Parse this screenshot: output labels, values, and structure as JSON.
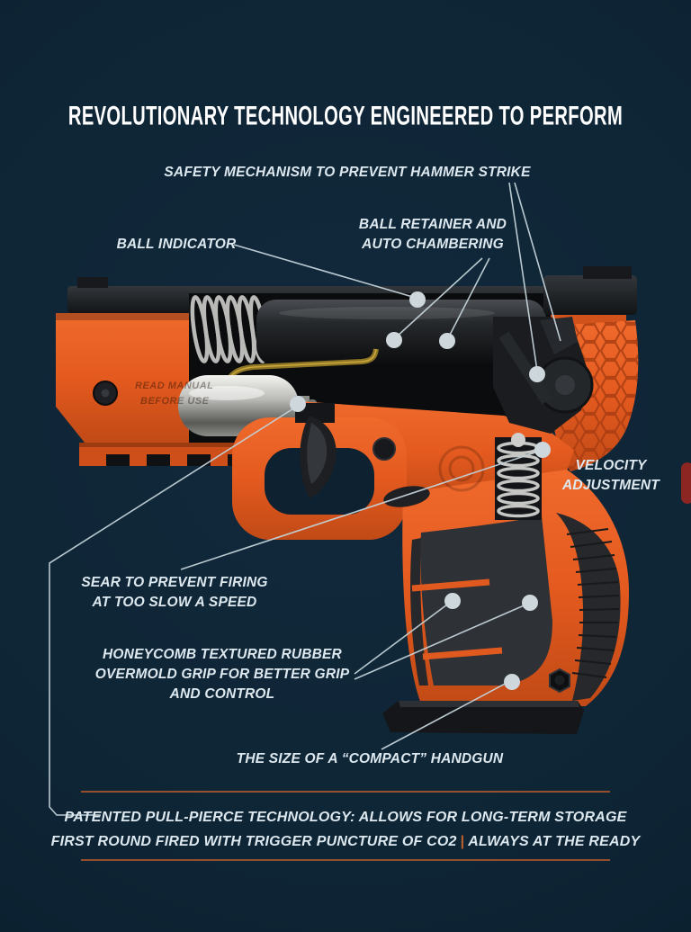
{
  "theme": {
    "background_center": "#12293c",
    "background_edge": "#0a1b2a",
    "label_color": "#dde8ef",
    "line_color": "#c3d2d9",
    "dot_color": "#cdd7dc",
    "divider_color": "#a0522d",
    "separator_color": "#c05f2e",
    "gun_orange": "#e45a1f",
    "gun_black": "#1a1c1f"
  },
  "title": "REVOLUTIONARY TECHNOLOGY ENGINEERED TO PERFORM",
  "callouts": {
    "safety": "SAFETY MECHANISM TO PREVENT HAMMER STRIKE",
    "ball_indicator": "BALL INDICATOR",
    "ball_retainer_line1": "BALL RETAINER AND",
    "ball_retainer_line2": "AUTO CHAMBERING",
    "velocity_line1": "VELOCITY",
    "velocity_line2": "ADJUSTMENT",
    "sear_line1": "SEAR TO PREVENT FIRING",
    "sear_line2": "AT TOO SLOW A SPEED",
    "honeycomb_line1": "HONEYCOMB TEXTURED RUBBER",
    "honeycomb_line2": "OVERMOLD GRIP FOR BETTER GRIP",
    "honeycomb_line3": "AND CONTROL",
    "size": "THE SIZE OF A “COMPACT” HANDGUN"
  },
  "footer": {
    "line1": "PATENTED PULL-PIERCE TECHNOLOGY: ALLOWS FOR LONG-TERM STORAGE",
    "line2_part1": "FIRST ROUND FIRED WITH TRIGGER PUNCTURE OF CO2",
    "line2_separator": "|",
    "line2_part2": "ALWAYS AT THE READY"
  },
  "gun": {
    "embossed_line1": "READ MANUAL",
    "embossed_line2": "BEFORE USE"
  }
}
